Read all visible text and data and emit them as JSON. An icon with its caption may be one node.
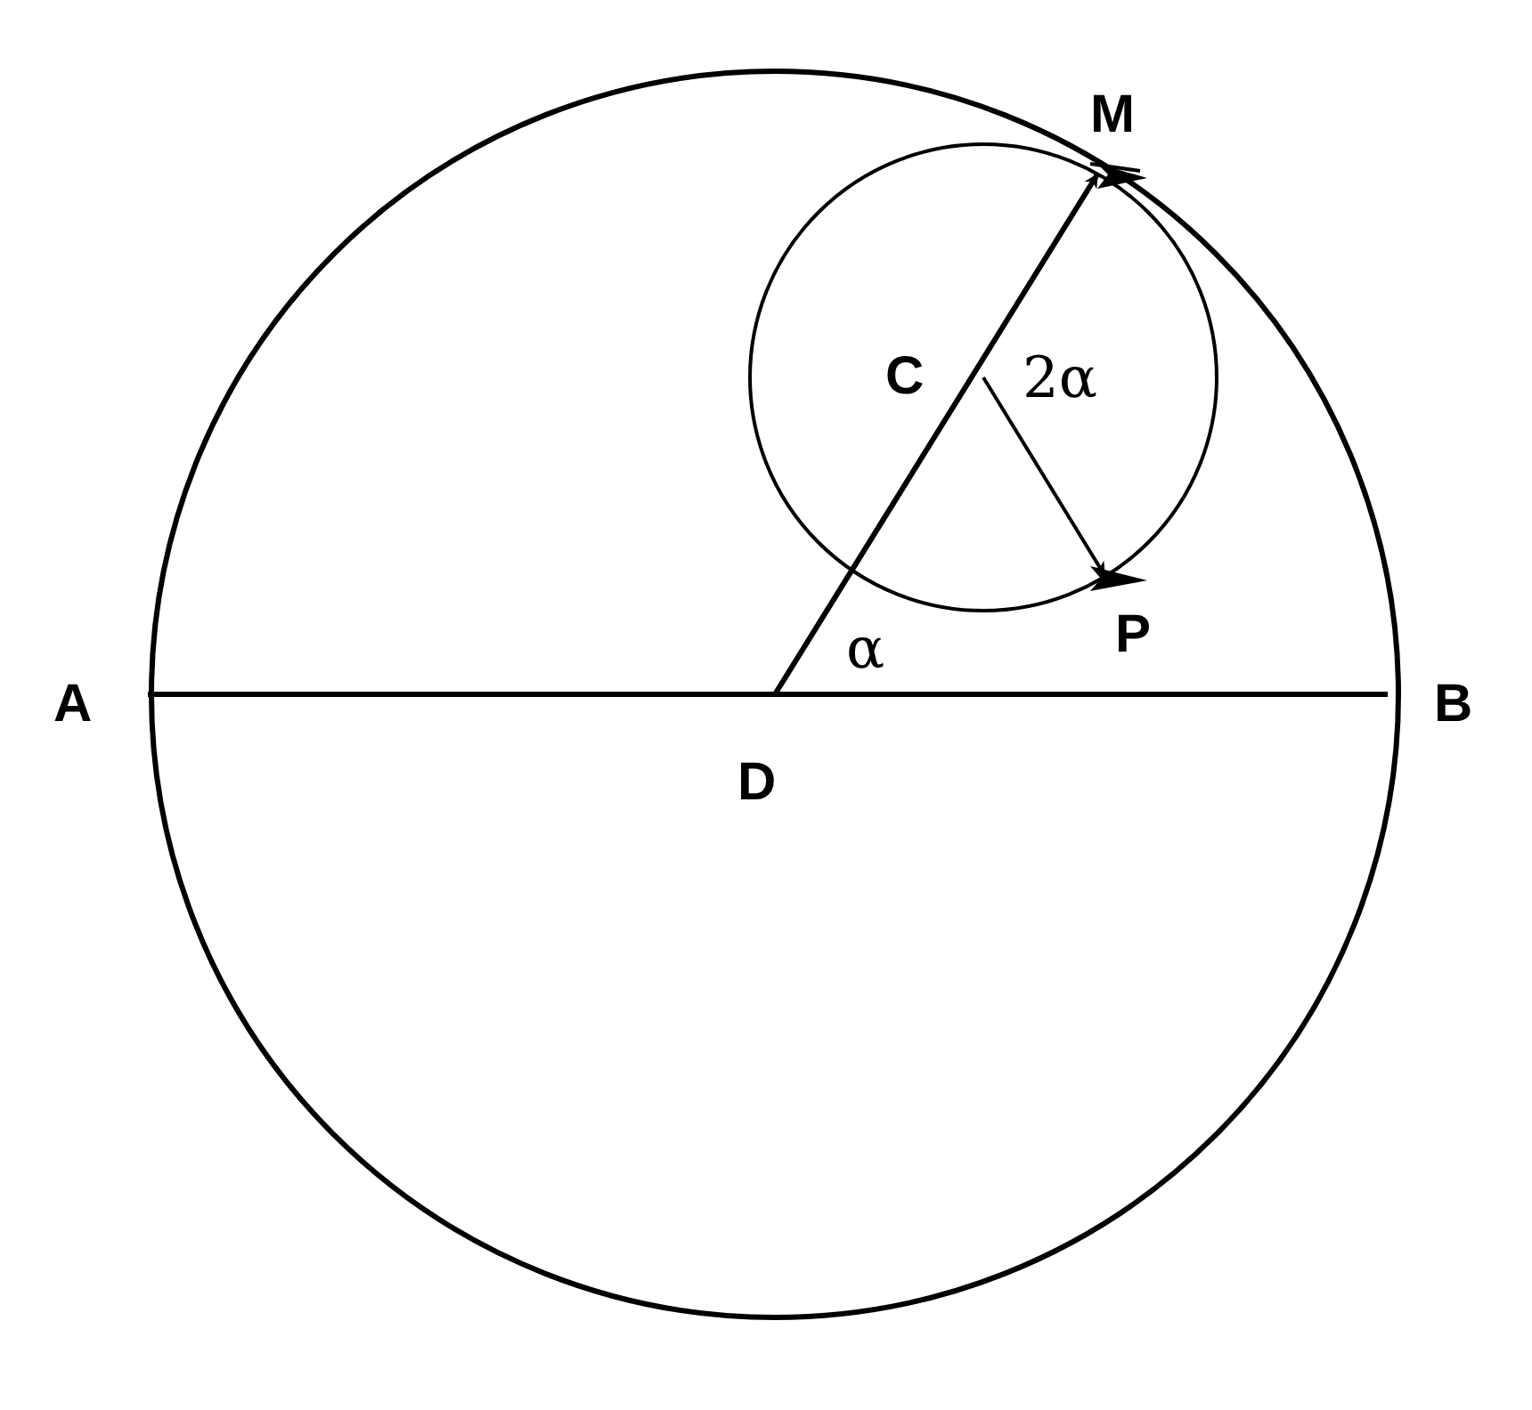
{
  "diagram": {
    "labels": [
      "M",
      "C",
      "2α",
      "P",
      "α",
      "A",
      "B",
      "D"
    ]
  }
}
